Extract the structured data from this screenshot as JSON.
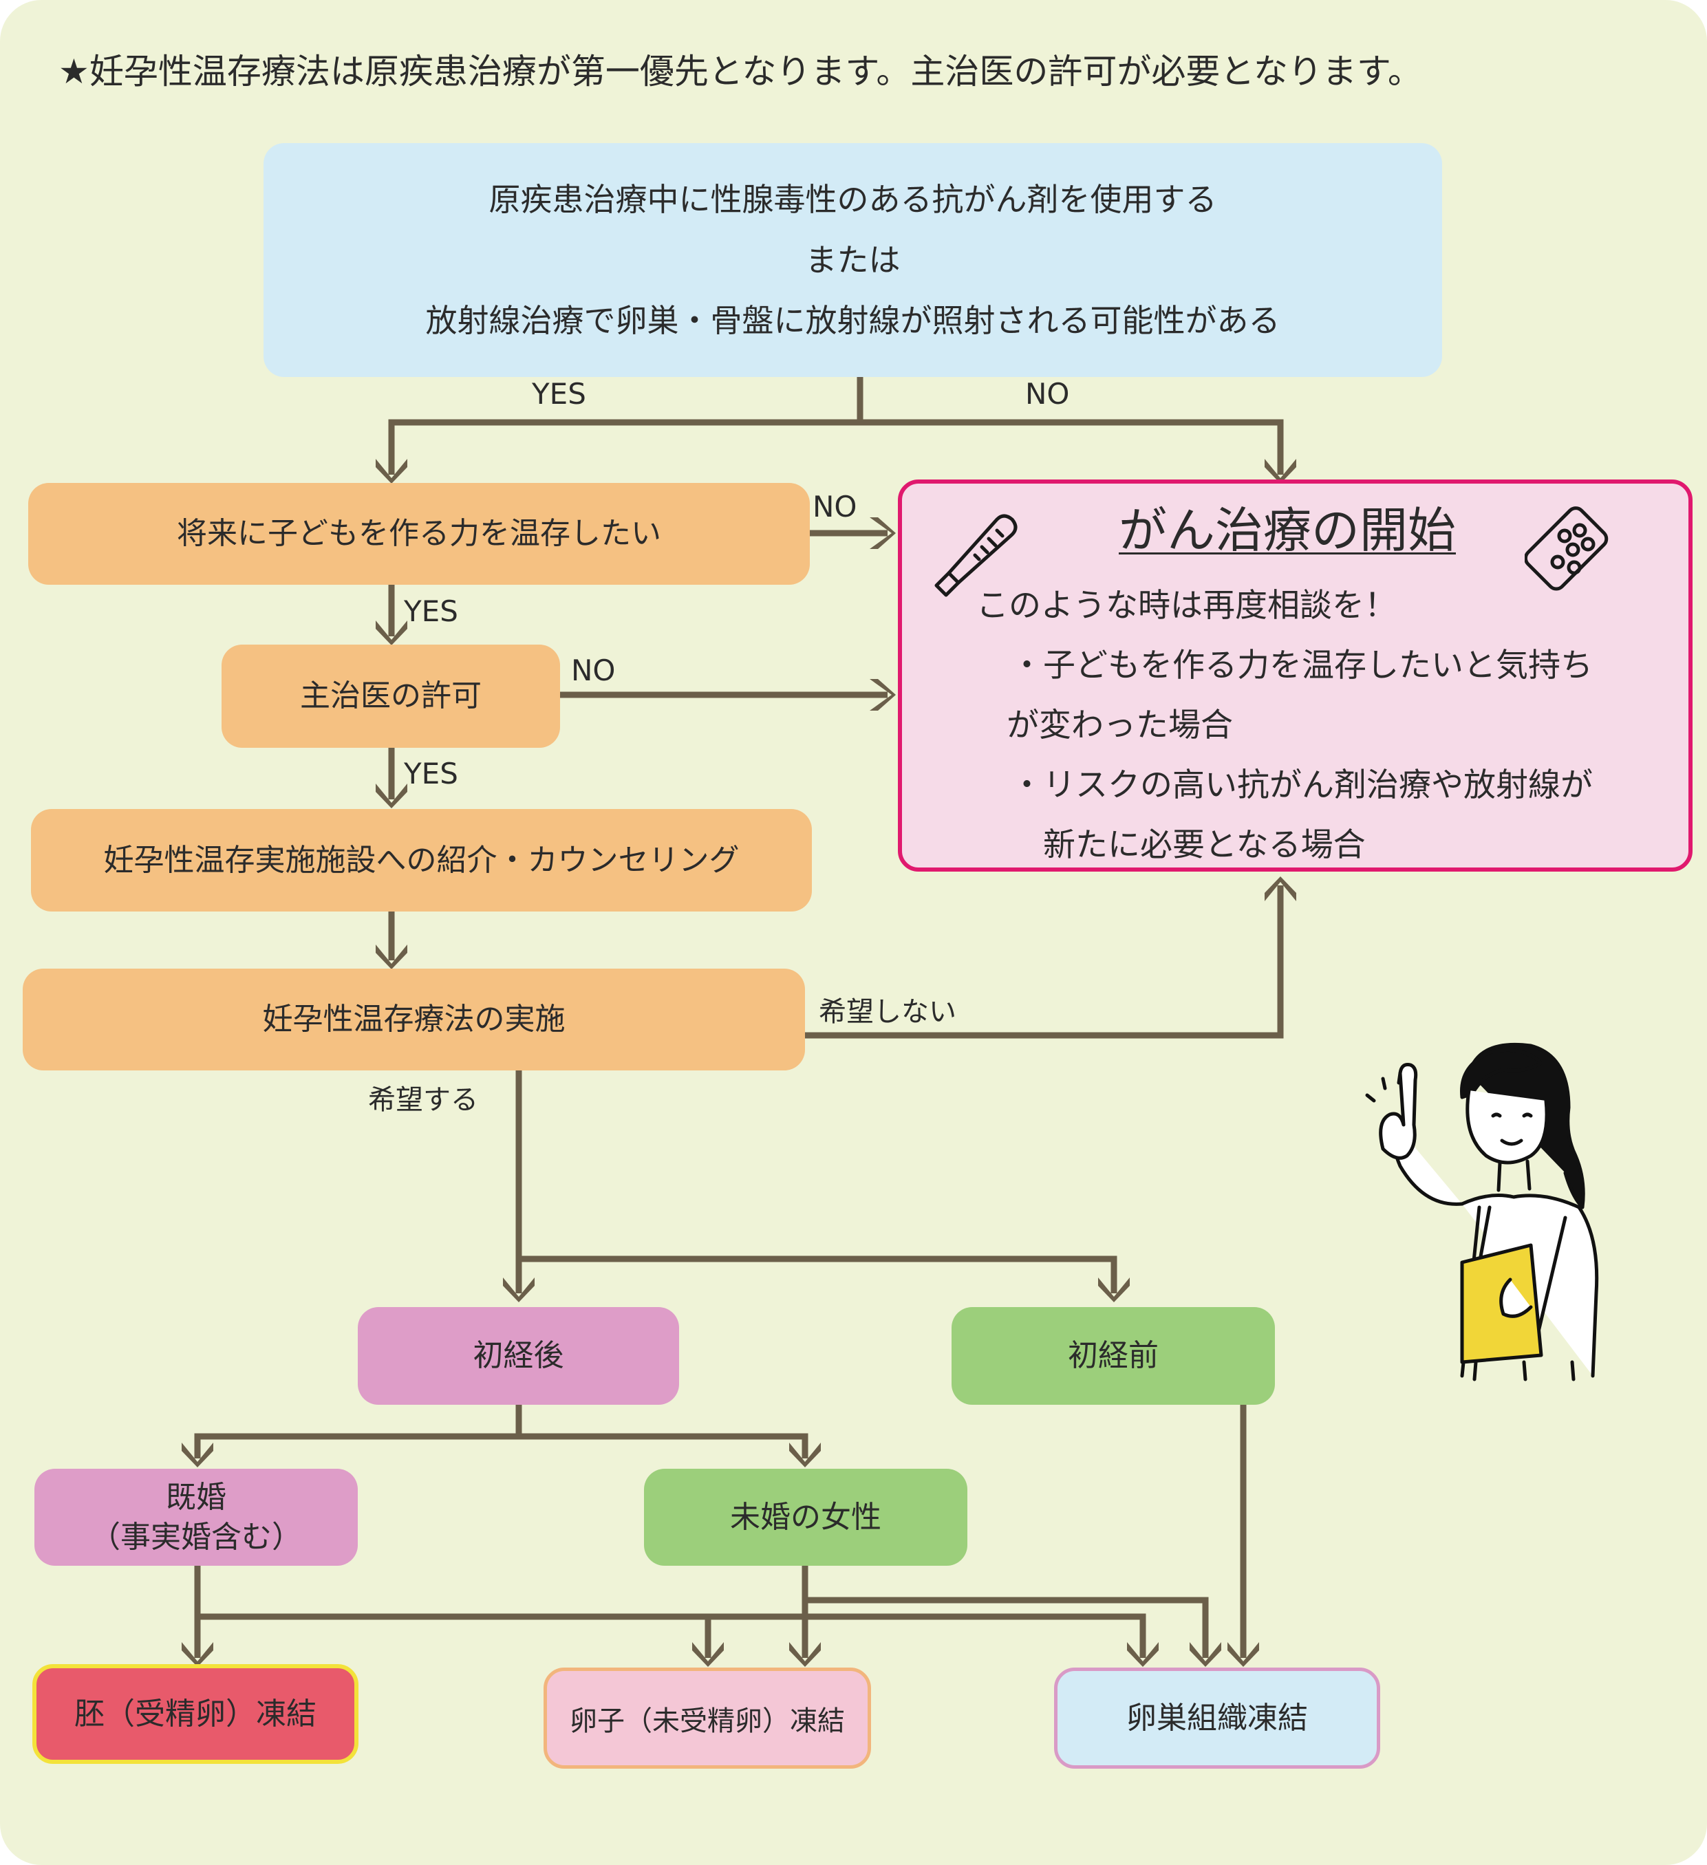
{
  "top_note": "★妊孕性温存療法は原疾患治療が第一優先となります。主治医の許可が必要となります。",
  "condition_box": {
    "line1": "原疾患治療中に性腺毒性のある抗がん剤を使用する",
    "line2": "または",
    "line3": "放射線治療で卵巣・骨盤に放射線が照射される可能性がある"
  },
  "labels": {
    "yes": "YES",
    "no": "NO",
    "not_desired": "希望しない",
    "desired": "希望する"
  },
  "steps": {
    "preserve_wish": "将来に子どもを作る力を温存したい",
    "doctor_permission": "主治医の許可",
    "referral": "妊孕性温存実施施設への紹介・カウンセリング",
    "implementation": "妊孕性温存療法の実施"
  },
  "cancer_treatment": {
    "title": "がん治療の開始",
    "intro": "このような時は再度相談を！",
    "bullet1_line1": "・子どもを作る力を温存したいと気持ち",
    "bullet1_line2": "が変わった場合",
    "bullet2_line1": "・リスクの高い抗がん剤治療や放射線が",
    "bullet2_line2": "新たに必要となる場合",
    "thermometer_icon": "thermometer-icon",
    "pills_icon": "pill-pack-icon"
  },
  "branches": {
    "post_menarche": "初経後",
    "pre_menarche": "初経前",
    "married_line1": "既婚",
    "married_line2": "（事実婚含む）",
    "unmarried": "未婚の女性"
  },
  "results": {
    "embryo": "胚（受精卵）凍結",
    "oocyte": "卵子（未受精卵）凍結",
    "ovarian_tissue": "卵巣組織凍結"
  },
  "colors": {
    "background": "#eff3d7",
    "arrow": "#6b5f4a",
    "orange_box": "#f5c182",
    "pink_box": "#de9dc8",
    "green_box": "#9ccf7b",
    "blue_box": "#d3ebf6",
    "cancer_border": "#e0196e",
    "embryo_fill": "#e85a6b",
    "embryo_border": "#f3e23a"
  },
  "illustration": "nurse-holding-clipboard-illustration"
}
